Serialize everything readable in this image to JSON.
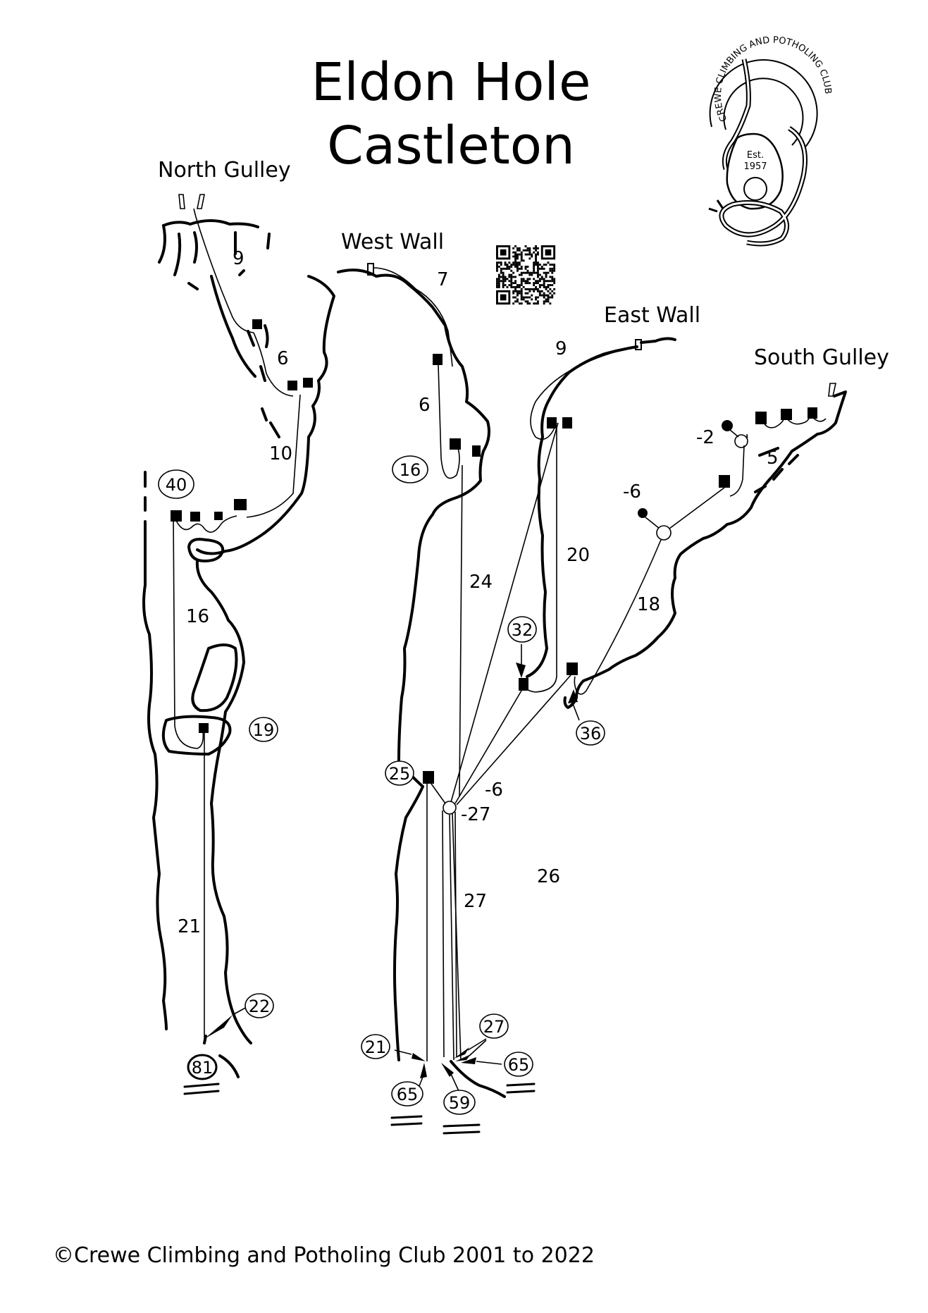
{
  "title": {
    "line1": "Eldon Hole",
    "line2": "Castleton"
  },
  "sections": {
    "north_gulley": "North Gulley",
    "west_wall": "West Wall",
    "east_wall": "East Wall",
    "south_gulley": "South Gulley"
  },
  "pitch_lengths": {
    "north_9": "9",
    "north_6": "6",
    "north_10": "10",
    "main_16": "16",
    "main_21": "21",
    "west_7": "7",
    "west_6": "6",
    "west_24": "24",
    "main_27": "27",
    "main_26": "26",
    "east_9": "9",
    "east_20": "20",
    "south_18": "18",
    "south_5": "5"
  },
  "deviation_labels": {
    "south_minus2": "-2",
    "south_minus6": "-6",
    "main_minus6": "-6",
    "main_minus27": "-27"
  },
  "rope_lengths": {
    "r40": "40",
    "r16": "16",
    "r19": "19",
    "r32": "32",
    "r36": "36",
    "r25": "25",
    "r22": "22",
    "r81": "81",
    "r21": "21",
    "r27": "27",
    "r65a": "65",
    "r65b": "65",
    "r59": "59"
  },
  "logo": {
    "arc_text": "CREWE CLIMBING AND POTHOLING CLUB",
    "est": "Est.",
    "year": "1957"
  },
  "footer": "©Crewe Climbing and Potholing Club 2001 to 2022"
}
